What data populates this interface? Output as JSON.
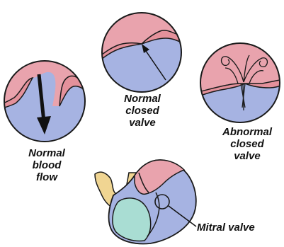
{
  "labels": {
    "normal_blood_flow": [
      "Normal",
      "blood",
      "flow"
    ],
    "normal_closed_valve": [
      "Normal",
      "closed",
      "valve"
    ],
    "abnormal_closed_valve": [
      "Abnormal",
      "closed",
      "valve"
    ],
    "mitral_valve": "Mitral valve"
  },
  "colors": {
    "atrium_pink": "#e9a3ad",
    "ventricle_blue": "#a6b3e2",
    "leaflet_tissue": "#e4919b",
    "outline": "#1a1a1a",
    "septum_teal": "#a9ddd3",
    "aorta_yellow": "#f0d592"
  }
}
